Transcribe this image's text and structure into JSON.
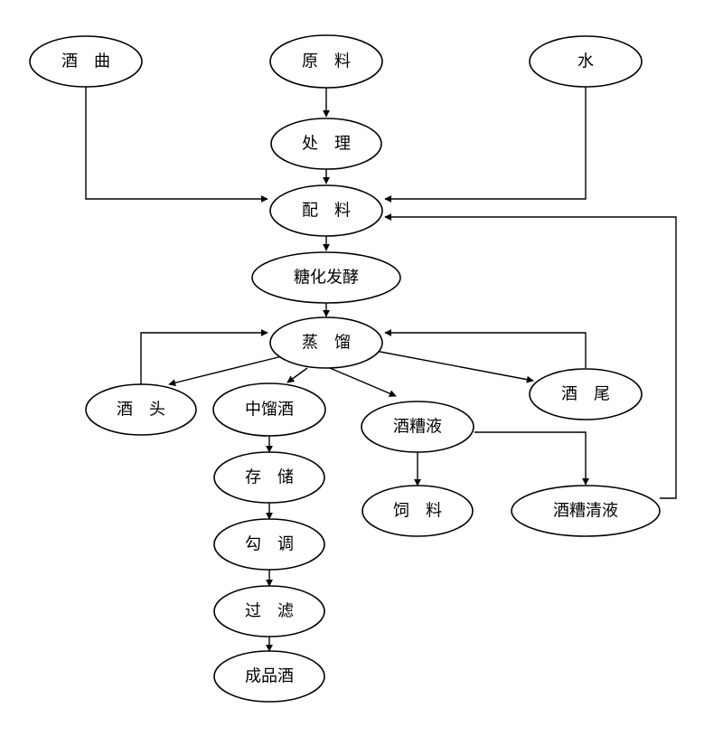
{
  "nodes": {
    "jiuqu": "酒　曲",
    "yuanliao": "原　料",
    "shui": "水",
    "chuli": "处　理",
    "peiliao": "配　料",
    "tanghua": "糖化发酵",
    "zhengliu": "蒸　馏",
    "jiutou": "酒　头",
    "zhongliujiu": "中馏酒",
    "jiuzaoye": "酒糟液",
    "jiuwei": "酒　尾",
    "cunchu": "存　储",
    "siliao": "饲　料",
    "jiuzaoqingye": "酒糟清液",
    "goutiao": "勾　调",
    "guolv": "过　滤",
    "chengpinjiu": "成品酒"
  }
}
